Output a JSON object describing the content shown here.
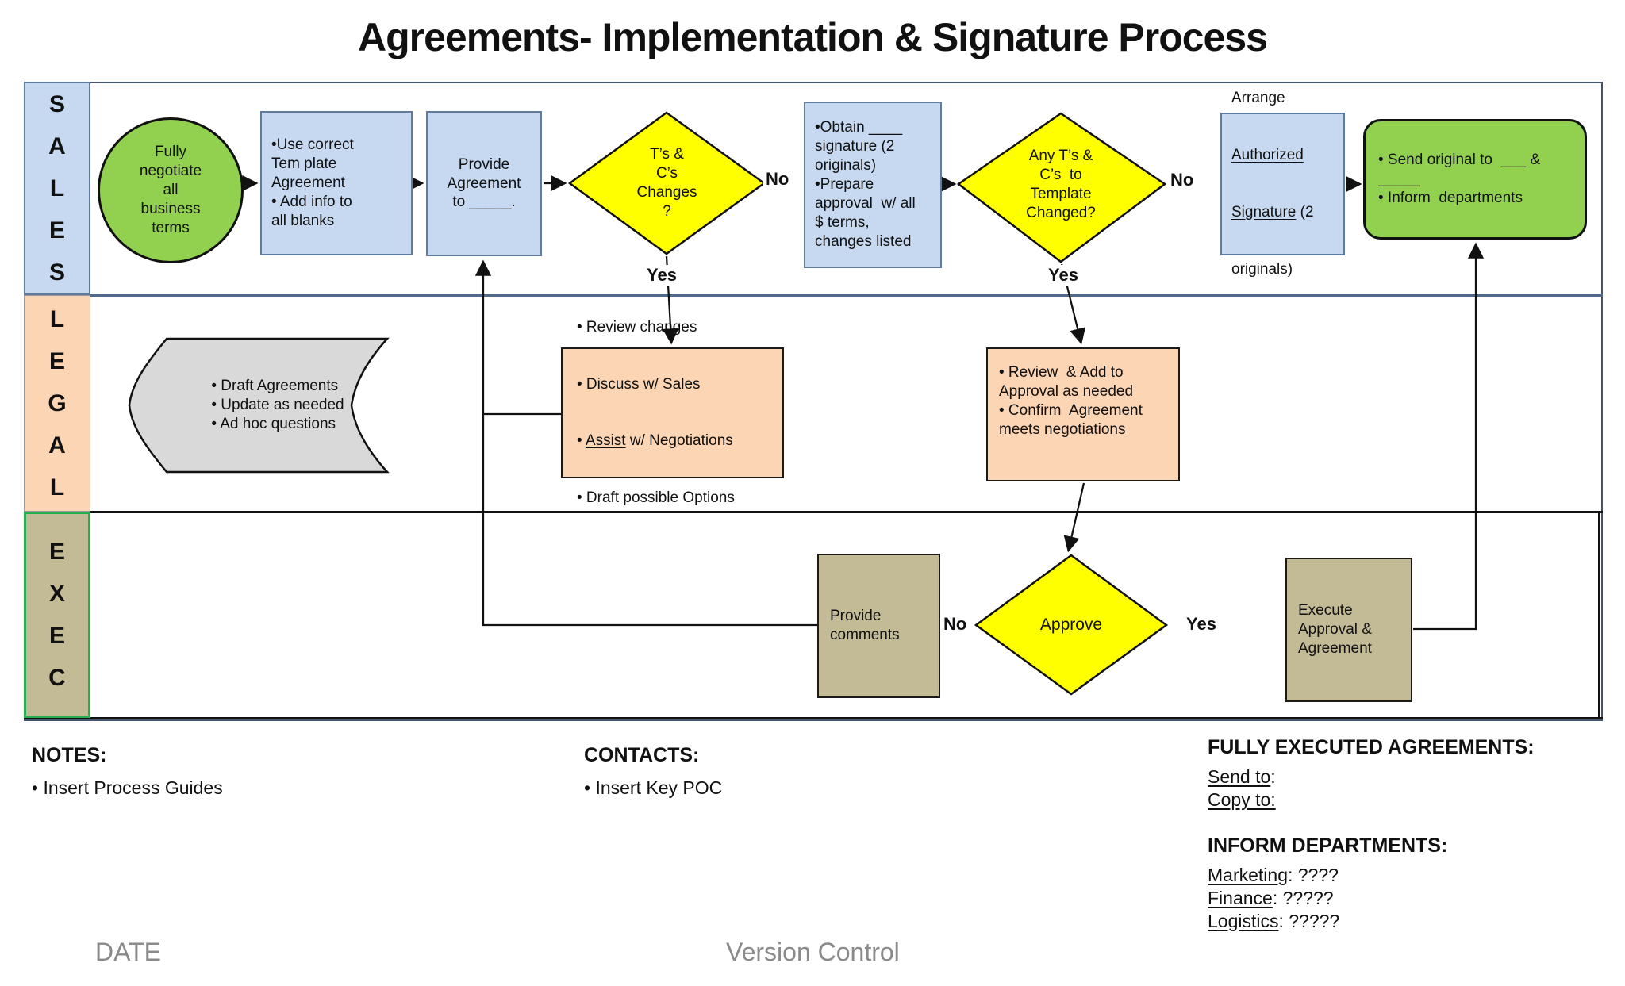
{
  "title": "Agreements- Implementation & Signature Process",
  "lanes": {
    "sales": "SALES",
    "legal": "LEGAL",
    "exec": "EXEC"
  },
  "colors": {
    "sales_band": "#c6d9f0",
    "legal_band": "#fcd5b4",
    "exec_band": "#c3bb95",
    "exec_band_border": "#27ae52",
    "blue_box": "#c6d9f0",
    "blue_border": "#5f7c9e",
    "peach_box": "#fcd5b4",
    "tan_box": "#c3bb95",
    "green_shape": "#92d050",
    "yellow_diamond": "#ffff00",
    "gray_shape": "#d9d9d9",
    "frame": "#44546a"
  },
  "nodes": {
    "negotiate": "Fully\nnegotiate\nall\nbusiness\nterms",
    "template": "•Use correct\nTem plate\nAgreement\n• Add info to\nall blanks",
    "provide": "Provide\nAgreement\nto _____.",
    "obtain": "•Obtain ____\nsignature (2\noriginals)\n•Prepare\napproval  w/ all\n$ terms,\nchanges listed",
    "arrange": {
      "l1": "Arrange",
      "u1": "Authorized",
      "u2": "Signature",
      "t2": " (2",
      "l3": "originals)"
    },
    "send": "• Send original to  ___ &\n_____\n• Inform  departments",
    "legal_draft": "• Draft Agreements\n• Update as needed\n• Ad hoc questions",
    "review_changes": {
      "l1": "• Review changes",
      "l2": "• Discuss w/ Sales",
      "l3pre": "• ",
      "l3u": "Assist",
      "l3post": " w/ Negotiations",
      "l4": "• Draft possible Options"
    },
    "review_add": "• Review  & Add to\nApproval as needed\n• Confirm  Agreement\nmeets negotiations",
    "provide_comments": "Provide\ncomments",
    "execute": "Execute\nApproval &\nAgreement"
  },
  "decisions": {
    "d1": {
      "label": "T’s &\nC’s\nChanges\n?",
      "no": "No",
      "yes": "Yes"
    },
    "d2": {
      "label": "Any T’s &\nC’s  to\nTemplate\nChanged?",
      "no": "No",
      "yes": "Yes"
    },
    "d3": {
      "label": "Approve",
      "no": "No",
      "yes": "Yes"
    }
  },
  "footer": {
    "notes_heading": "NOTES:",
    "notes_item": "• Insert Process Guides",
    "contacts_heading": "CONTACTS:",
    "contacts_item": "• Insert Key POC",
    "executed_heading": "FULLY EXECUTED AGREEMENTS:",
    "send_to_label": "Send to",
    "send_to_colon": ":",
    "copy_to_label": "Copy to:",
    "inform_heading": "INFORM DEPARTMENTS:",
    "departments": [
      {
        "name": "Marketing",
        "value": ": ????"
      },
      {
        "name": "Finance",
        "value": ": ?????"
      },
      {
        "name": "Logistics",
        "value": ": ?????"
      }
    ],
    "date": "DATE",
    "version": "Version Control"
  }
}
